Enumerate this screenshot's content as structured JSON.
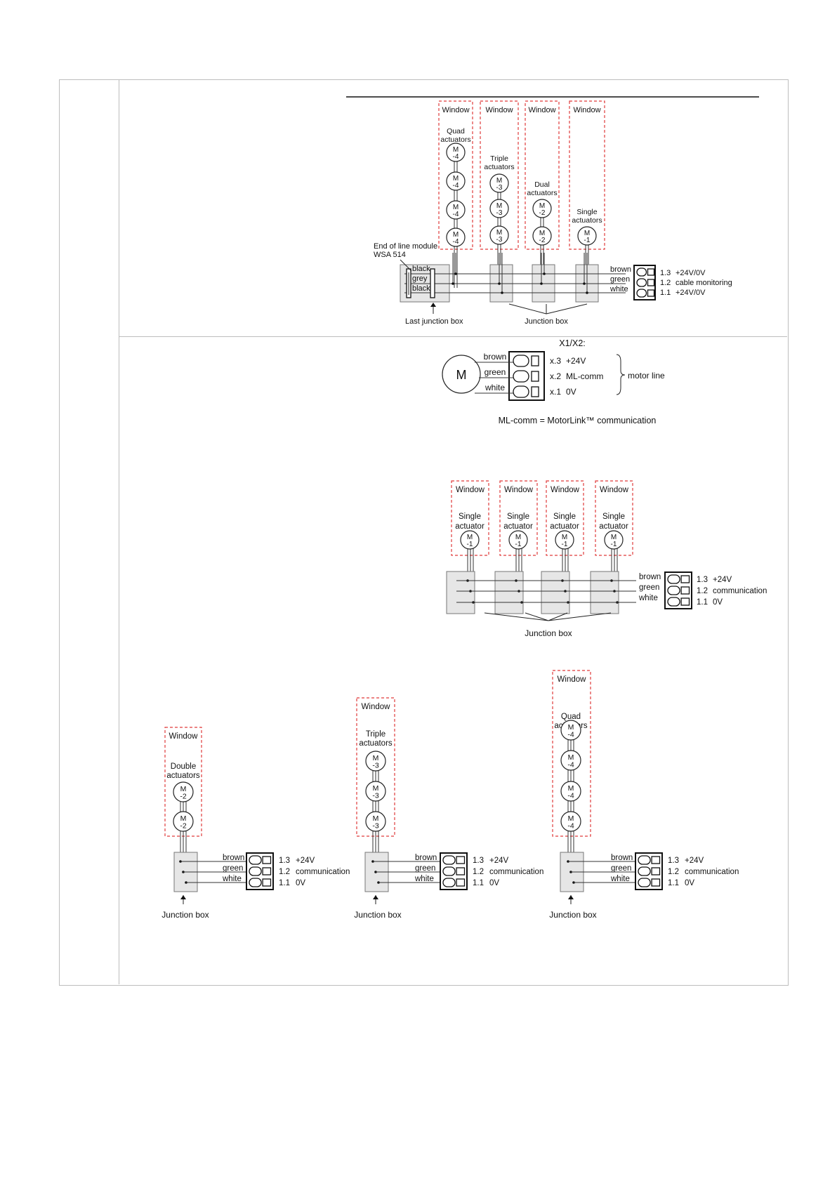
{
  "window_label": "Window",
  "connector_colors": [
    "brown",
    "green",
    "white"
  ],
  "connector_numbers": [
    "1.3",
    "1.2",
    "1.1"
  ],
  "d1": {
    "actuator_labels": [
      [
        "Quad",
        "actuators"
      ],
      [
        "Triple",
        "actuators"
      ],
      [
        "Dual",
        "actuators"
      ],
      [
        "Single",
        "actuators"
      ]
    ],
    "motor_codes": [
      [
        "M",
        "-4"
      ],
      [
        "M",
        "-3"
      ],
      [
        "M",
        "-2"
      ],
      [
        "M",
        "-1"
      ]
    ],
    "end_module": [
      "End of line module",
      "WSA 514"
    ],
    "end_wires": [
      "black",
      "grey",
      "black"
    ],
    "functions": [
      "+24V/0V",
      "cable monitoring",
      "+24V/0V"
    ],
    "last_junction": "Last junction box",
    "junction": "Junction box"
  },
  "d2": {
    "connector_title": "X1/X2:",
    "motor": "M",
    "pins": [
      "x.3",
      "x.2",
      "x.1"
    ],
    "functions": [
      "+24V",
      "ML-comm",
      "0V"
    ],
    "bracket_label": "motor line",
    "footnote": "ML-comm = MotorLink™ communication"
  },
  "d3": {
    "actuator_label": [
      "Single",
      "actuator"
    ],
    "motor_code": [
      "M",
      "-1"
    ],
    "functions": [
      "+24V",
      "communication",
      "0V"
    ],
    "junction": "Junction box"
  },
  "d4": {
    "groups": [
      {
        "label": [
          "Double",
          "actuators"
        ],
        "code": [
          "M",
          "-2"
        ]
      },
      {
        "label": [
          "Triple",
          "actuators"
        ],
        "code": [
          "M",
          "-3"
        ]
      },
      {
        "label": [
          "Quad",
          "actuators"
        ],
        "code": [
          "M",
          "-4"
        ]
      }
    ],
    "functions": [
      "+24V",
      "communication",
      "0V"
    ],
    "junction": "Junction box"
  }
}
